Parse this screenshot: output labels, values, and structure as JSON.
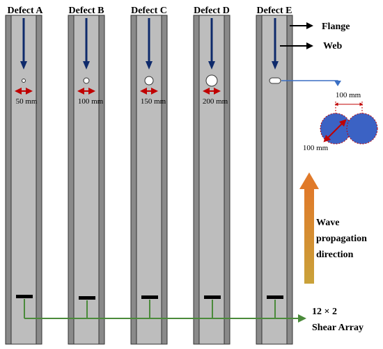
{
  "defects": [
    {
      "label": "Defect A",
      "size_label": "50 mm"
    },
    {
      "label": "Defect B",
      "size_label": "100 mm"
    },
    {
      "label": "Defect C",
      "size_label": "150 mm"
    },
    {
      "label": "Defect D",
      "size_label": "200 mm"
    },
    {
      "label": "Defect E",
      "size_label": ""
    }
  ],
  "legend": {
    "flange": "Flange",
    "web": "Web"
  },
  "defect_e_detail": {
    "horizontal_dimension": "100 mm",
    "diagonal_dimension": "100 mm"
  },
  "wave": {
    "line1": "Wave",
    "line2": "propagation",
    "line3": "direction"
  },
  "array": {
    "line1": "12 × 2",
    "line2": "Shear Array"
  },
  "colors": {
    "beam_web": "#bdbdbd",
    "beam_flange": "#8a8a8a",
    "load_arrow": "#0e2a6b",
    "dimension_arrow": "#c00000",
    "array_line": "#4a8a3a",
    "leader_line": "#3a6fc4",
    "detail_circle": "#3b62c4",
    "wave_arrow_top": "#e07a2a",
    "wave_arrow_bottom": "#c9a23a"
  }
}
